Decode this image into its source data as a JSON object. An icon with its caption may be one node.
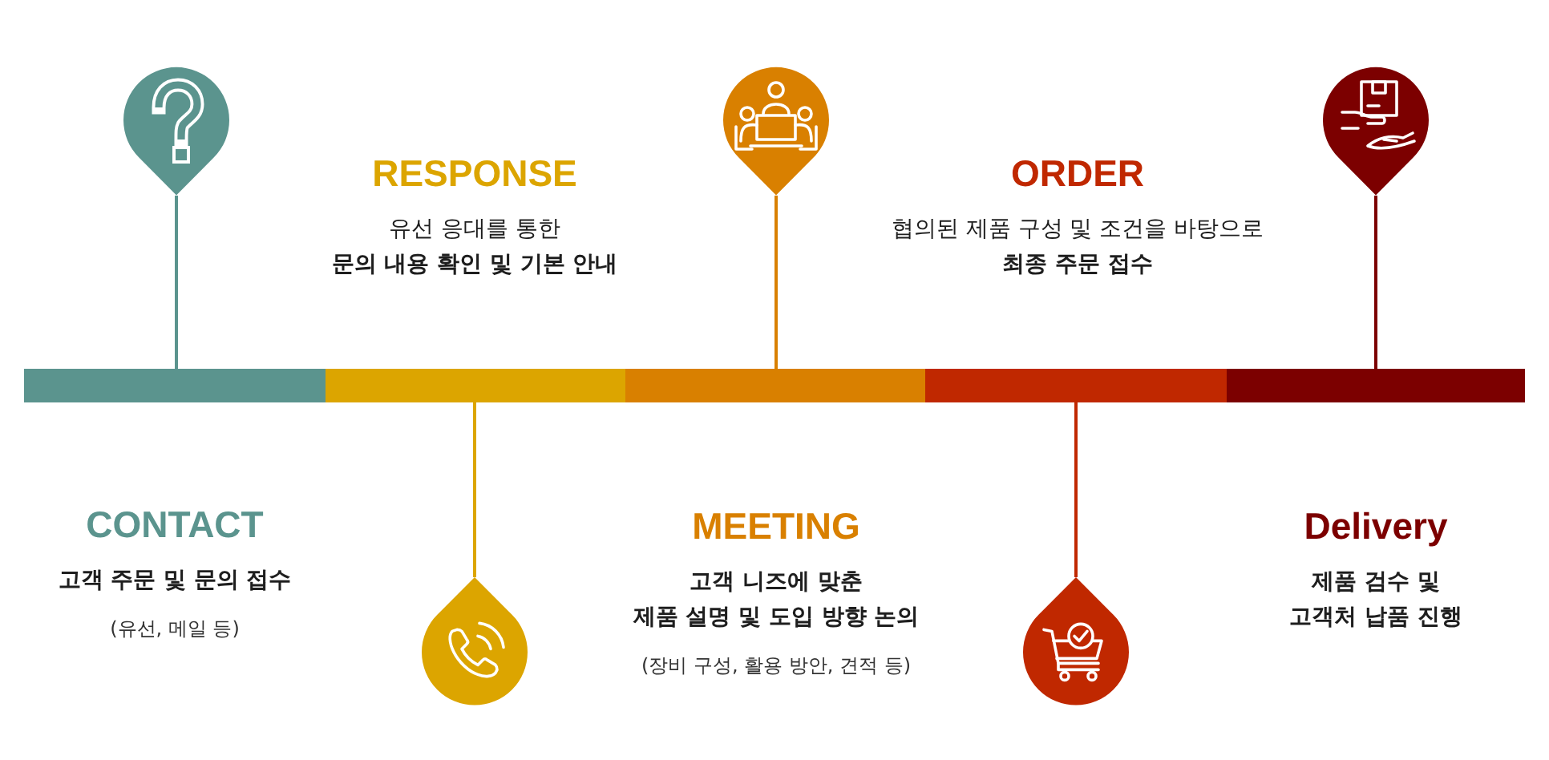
{
  "diagram": {
    "nodes": [
      {
        "text": [],
        "shape": "picture"
      },
      {
        "text": [
          "RESPONSE",
          "유선 응대를 통한 **문의 내용 확인 및 기본 안내**"
        ]
      },
      {
        "text": [],
        "shape": "picture"
      },
      {
        "text": [
          "ORDER",
          "협의된 제품 구성 및 조건을 바탕으로 **최종 주문 접수**"
        ]
      },
      {
        "text": [],
        "shape": "picture"
      },
      {
        "text": [],
        "shape": "bar"
      },
      {
        "text": [],
        "shape": "bar"
      },
      {
        "text": [],
        "shape": "bar"
      },
      {
        "text": [],
        "shape": "bar"
      },
      {
        "text": [],
        "shape": "bar"
      },
      {
        "text": [
          "CONTACT",
          "고객 주문 및 문의 접수",
          "(유선, 메일 등)"
        ]
      },
      {
        "text": [],
        "shape": "picture"
      },
      {
        "text": [
          "MEETING",
          "고객 니즈에 맞춘 제품 설명 및 도입 방향 논의",
          "(장비 구성, 활용 방안, 견적 등)"
        ]
      },
      {
        "text": [],
        "shape": "picture"
      },
      {
        "text": [
          "Delivery",
          "제품 검수 및 고객처 납품 진행"
        ]
      }
    ],
    "edges": [
      {
        "from": 0,
        "to": 5,
        "arrow": "none",
        "color": "#5b948e"
      },
      {
        "from": 2,
        "to": 7,
        "arrow": "none",
        "color": "#d98000"
      },
      {
        "from": 4,
        "to": 9,
        "arrow": "none",
        "color": "#7c0000"
      },
      {
        "from": 6,
        "to": 11,
        "arrow": "none",
        "color": "#dca500"
      },
      {
        "from": 8,
        "to": 13,
        "arrow": "none",
        "color": "#c02800"
      }
    ]
  }
}
